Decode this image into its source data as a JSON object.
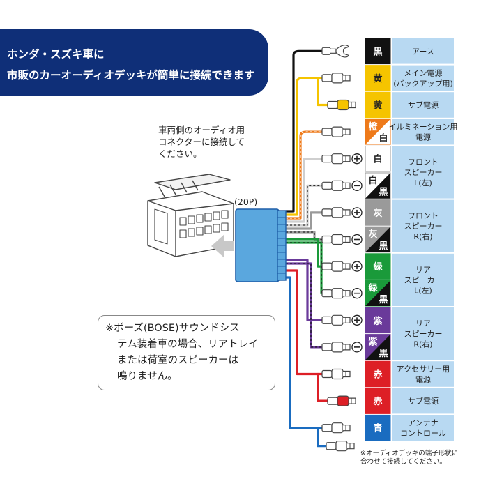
{
  "header": {
    "line1": "ホンダ・スズキ車に",
    "line2": "市販のカーオーディオデッキが簡単に接続できます"
  },
  "car_note": {
    "line1": "車両側のオーディオ用",
    "line2": "コネクターに接続して",
    "line3": "ください。"
  },
  "pin_label": "(20P)",
  "bose_note": {
    "line1": "※ボーズ(BOSE)サウンドシス",
    "line2": "テム装着車の場合、リアトレイ",
    "line3": "または荷室のスピーカーは",
    "line4": "鳴りません。"
  },
  "bottom_note": {
    "line1": "※オーディオデッキの端子形状に",
    "line2": "合わせて接続してください。"
  },
  "wires": [
    {
      "id": "black",
      "swatch": [
        "黒"
      ],
      "bg": "#111111",
      "stripe": null,
      "text_color": "#ffffff",
      "color": "#111111",
      "terminal": "ring",
      "polarity": "",
      "label": [
        "アース"
      ]
    },
    {
      "id": "yellow-main",
      "swatch": [
        "黄"
      ],
      "bg": "#f5c400",
      "stripe": null,
      "text_color": "#222222",
      "color": "#f5c400",
      "terminal": "female",
      "polarity": "",
      "label": [
        "メイン電源",
        "(バックアップ用)"
      ]
    },
    {
      "id": "yellow-sub",
      "swatch": [
        "黄"
      ],
      "bg": "#f5c400",
      "stripe": null,
      "text_color": "#222222",
      "color": "#f5c400",
      "terminal": "male",
      "polarity": "",
      "label": [
        "サブ電源"
      ]
    },
    {
      "id": "orange-white",
      "swatch": [
        "橙",
        "白"
      ],
      "bg": "#ee7a1a",
      "stripe": "#ffffff",
      "text_color": "#ffffff",
      "color": "#ee7a1a",
      "terminal": "female",
      "polarity": "",
      "label": [
        "イルミネーション用",
        "電源"
      ]
    },
    {
      "id": "white",
      "swatch": [
        "白"
      ],
      "bg": "#ffffff",
      "stripe": null,
      "text_color": "#222222",
      "color": "#cfcfcf",
      "terminal": "female",
      "polarity": "+",
      "label": [
        "フロント",
        "スピーカー",
        "L(左)"
      ]
    },
    {
      "id": "white-black",
      "swatch": [
        "白",
        "黒"
      ],
      "bg": "#ffffff",
      "stripe": "#111111",
      "text_color": "#222222",
      "color": "#cfcfcf",
      "terminal": "female",
      "polarity": "-",
      "label": []
    },
    {
      "id": "gray",
      "swatch": [
        "灰"
      ],
      "bg": "#9a9a9a",
      "stripe": null,
      "text_color": "#ffffff",
      "color": "#9a9a9a",
      "terminal": "female",
      "polarity": "+",
      "label": [
        "フロント",
        "スピーカー",
        "R(右)"
      ]
    },
    {
      "id": "gray-black",
      "swatch": [
        "灰",
        "黒"
      ],
      "bg": "#9a9a9a",
      "stripe": "#111111",
      "text_color": "#ffffff",
      "color": "#9a9a9a",
      "terminal": "female",
      "polarity": "-",
      "label": []
    },
    {
      "id": "green",
      "swatch": [
        "緑"
      ],
      "bg": "#1a9a3a",
      "stripe": null,
      "text_color": "#ffffff",
      "color": "#1a9a3a",
      "terminal": "female",
      "polarity": "+",
      "label": [
        "リア",
        "スピーカー",
        "L(左)"
      ]
    },
    {
      "id": "green-black",
      "swatch": [
        "緑",
        "黒"
      ],
      "bg": "#1a9a3a",
      "stripe": "#111111",
      "text_color": "#ffffff",
      "color": "#1a9a3a",
      "terminal": "female",
      "polarity": "-",
      "label": []
    },
    {
      "id": "purple",
      "swatch": [
        "紫"
      ],
      "bg": "#6a3a9a",
      "stripe": null,
      "text_color": "#ffffff",
      "color": "#6a3a9a",
      "terminal": "female",
      "polarity": "+",
      "label": [
        "リア",
        "スピーカー",
        "R(右)"
      ]
    },
    {
      "id": "purple-black",
      "swatch": [
        "紫",
        "黒"
      ],
      "bg": "#6a3a9a",
      "stripe": "#111111",
      "text_color": "#ffffff",
      "color": "#6a3a9a",
      "terminal": "female",
      "polarity": "-",
      "label": []
    },
    {
      "id": "red-acc",
      "swatch": [
        "赤"
      ],
      "bg": "#dd1f26",
      "stripe": null,
      "text_color": "#ffffff",
      "color": "#dd1f26",
      "terminal": "female",
      "polarity": "",
      "label": [
        "アクセサリー用",
        "電源"
      ]
    },
    {
      "id": "red-sub",
      "swatch": [
        "赤"
      ],
      "bg": "#dd1f26",
      "stripe": null,
      "text_color": "#ffffff",
      "color": "#dd1f26",
      "terminal": "male",
      "polarity": "",
      "label": [
        "サブ電源"
      ]
    },
    {
      "id": "blue",
      "swatch": [
        "青"
      ],
      "bg": "#1a6cc0",
      "stripe": null,
      "text_color": "#ffffff",
      "color": "#1a6cc0",
      "terminal": "female",
      "polarity": "",
      "label": [
        "アンテナ",
        "コントロール"
      ]
    }
  ],
  "colors": {
    "header_bg": "#0f2f78",
    "label_bg": "#b8d9f2",
    "connector": "#5aa7de",
    "connector_dark": "#1f5fa8"
  }
}
